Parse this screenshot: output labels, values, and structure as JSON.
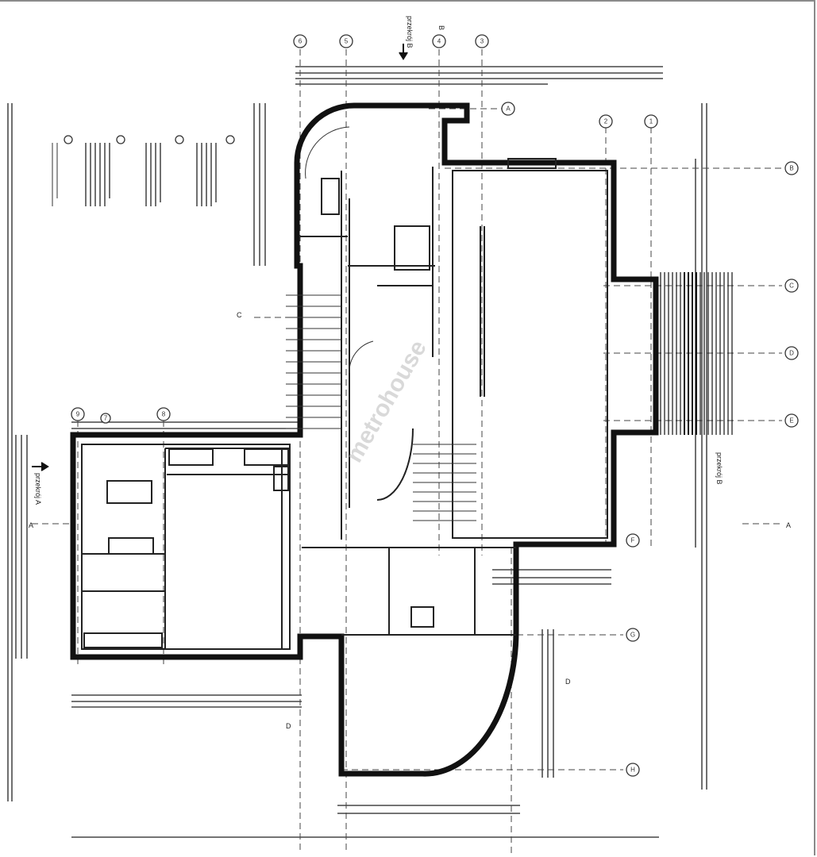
{
  "drawing": {
    "type": "floor plan",
    "watermark": "metrohouse",
    "section_labels": {
      "a": "przekrój A",
      "b": "przekrój B",
      "b_top": "przekrój B"
    },
    "section_marks": [
      "A",
      "B",
      "C",
      "D"
    ],
    "grid_rows": [
      "A",
      "B",
      "C",
      "D",
      "E",
      "F",
      "G",
      "H"
    ],
    "grid_cols": [
      "6",
      "5",
      "4",
      "3",
      "2",
      "1",
      "9",
      "8",
      "7"
    ]
  }
}
